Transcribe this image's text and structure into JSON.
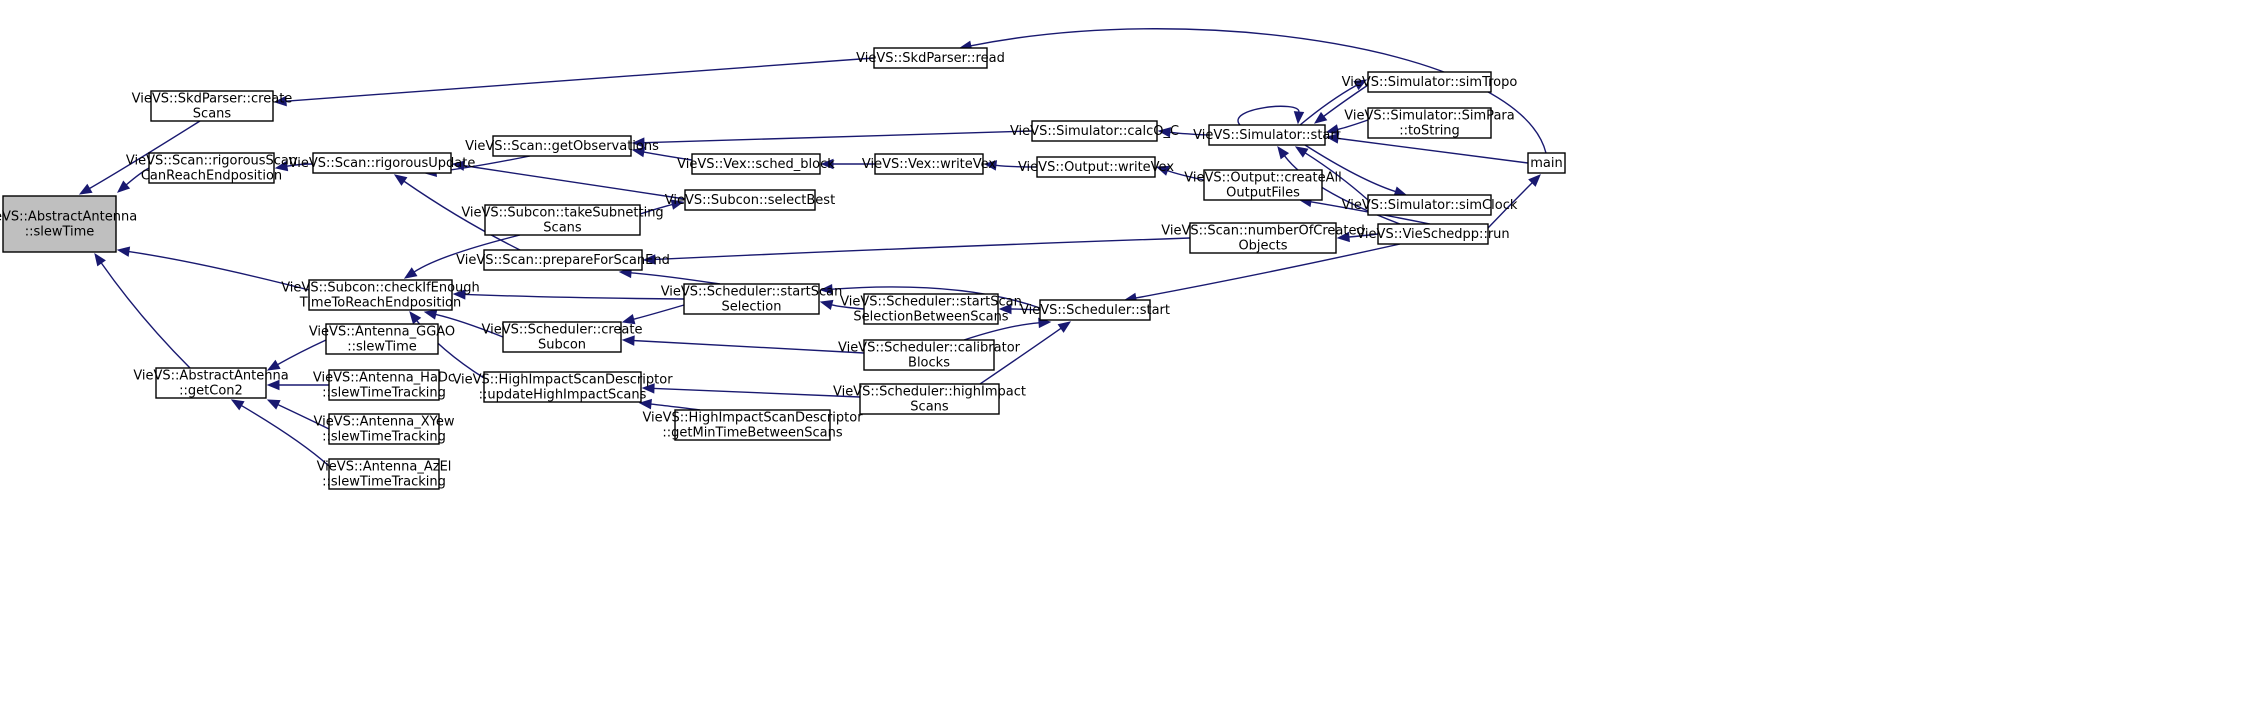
{
  "graph": {
    "edge_color": "#191970",
    "root_fill": "#bfbfbf",
    "nodes": [
      {
        "id": "n1",
        "lines": [
          "VieVS::AbstractAntenna",
          "::slewTime"
        ],
        "root": true
      },
      {
        "id": "n2",
        "lines": [
          "VieVS::SkdParser::create",
          "Scans"
        ]
      },
      {
        "id": "n3",
        "lines": [
          "VieVS::SkdParser::read"
        ]
      },
      {
        "id": "n4",
        "lines": [
          "main"
        ]
      },
      {
        "id": "n5",
        "lines": [
          "VieVS::Scan::rigorousScan",
          "CanReachEndposition"
        ]
      },
      {
        "id": "n6",
        "lines": [
          "VieVS::Scan::rigorousUpdate"
        ]
      },
      {
        "id": "n7",
        "lines": [
          "VieVS::Scan::getObservations"
        ]
      },
      {
        "id": "n8",
        "lines": [
          "VieVS::Simulator::calcO_C"
        ]
      },
      {
        "id": "n9",
        "lines": [
          "VieVS::Simulator::start"
        ]
      },
      {
        "id": "n10",
        "lines": [
          "VieVS::Simulator::simTropo"
        ]
      },
      {
        "id": "n11",
        "lines": [
          "VieVS::Simulator::SimPara",
          "::toString"
        ]
      },
      {
        "id": "n12",
        "lines": [
          "VieVS::Simulator::simClock"
        ]
      },
      {
        "id": "n13",
        "lines": [
          "VieVS::VieSchedpp::run"
        ]
      },
      {
        "id": "n14",
        "lines": [
          "VieVS::Vex::sched_block"
        ]
      },
      {
        "id": "n15",
        "lines": [
          "VieVS::Vex::writeVex"
        ]
      },
      {
        "id": "n16",
        "lines": [
          "VieVS::Output::writeVex"
        ]
      },
      {
        "id": "n17",
        "lines": [
          "VieVS::Output::createAll",
          "OutputFiles"
        ]
      },
      {
        "id": "n18",
        "lines": [
          "VieVS::Subcon::selectBest"
        ]
      },
      {
        "id": "n19",
        "lines": [
          "VieVS::Subcon::takeSubnetting",
          "Scans"
        ]
      },
      {
        "id": "n20",
        "lines": [
          "VieVS::Scan::prepareForScanEnd"
        ]
      },
      {
        "id": "n21",
        "lines": [
          "VieVS::Scan::numberOfCreated",
          "Objects"
        ]
      },
      {
        "id": "n22",
        "lines": [
          "VieVS::Subcon::checkIfEnough",
          "TimeToReachEndposition"
        ]
      },
      {
        "id": "n23",
        "lines": [
          "VieVS::Scheduler::startScan",
          "Selection"
        ]
      },
      {
        "id": "n24",
        "lines": [
          "VieVS::Scheduler::startScan",
          "SelectionBetweenScans"
        ]
      },
      {
        "id": "n25",
        "lines": [
          "VieVS::Scheduler::start"
        ]
      },
      {
        "id": "n26",
        "lines": [
          "VieVS::Scheduler::create",
          "Subcon"
        ]
      },
      {
        "id": "n27",
        "lines": [
          "VieVS::Scheduler::calibrator",
          "Blocks"
        ]
      },
      {
        "id": "n28",
        "lines": [
          "VieVS::HighImpactScanDescriptor",
          "::updateHighImpactScans"
        ]
      },
      {
        "id": "n29",
        "lines": [
          "VieVS::Scheduler::highImpact",
          "Scans"
        ]
      },
      {
        "id": "n30",
        "lines": [
          "VieVS::HighImpactScanDescriptor",
          "::getMinTimeBetweenScans"
        ]
      },
      {
        "id": "n31",
        "lines": [
          "VieVS::AbstractAntenna",
          "::getCon2"
        ]
      },
      {
        "id": "n32",
        "lines": [
          "VieVS::Antenna_GGAO",
          "::slewTime"
        ]
      },
      {
        "id": "n33",
        "lines": [
          "VieVS::Antenna_HaDc",
          "::slewTimeTracking"
        ]
      },
      {
        "id": "n34",
        "lines": [
          "VieVS::Antenna_XYew",
          "::slewTimeTracking"
        ]
      },
      {
        "id": "n35",
        "lines": [
          "VieVS::Antenna_AzEl",
          "::slewTimeTracking"
        ]
      }
    ],
    "edges": [
      {
        "from": "n2",
        "to": "n1"
      },
      {
        "from": "n5",
        "to": "n1"
      },
      {
        "from": "n22",
        "to": "n1"
      },
      {
        "from": "n31",
        "to": "n1"
      },
      {
        "from": "n3",
        "to": "n2"
      },
      {
        "from": "n4",
        "to": "n3"
      },
      {
        "from": "n6",
        "to": "n5"
      },
      {
        "from": "n7",
        "to": "n6"
      },
      {
        "from": "n18",
        "to": "n6"
      },
      {
        "from": "n20",
        "to": "n6"
      },
      {
        "from": "n8",
        "to": "n7"
      },
      {
        "from": "n14",
        "to": "n7"
      },
      {
        "from": "n9",
        "to": "n8"
      },
      {
        "from": "n9",
        "to": "n9"
      },
      {
        "from": "n10",
        "to": "n9"
      },
      {
        "from": "n11",
        "to": "n9"
      },
      {
        "from": "n12",
        "to": "n9"
      },
      {
        "from": "n13",
        "to": "n9"
      },
      {
        "from": "n4",
        "to": "n9"
      },
      {
        "from": "n9",
        "to": "n10"
      },
      {
        "from": "n9",
        "to": "n12"
      },
      {
        "from": "n13",
        "to": "n4"
      },
      {
        "from": "n15",
        "to": "n14"
      },
      {
        "from": "n16",
        "to": "n15"
      },
      {
        "from": "n17",
        "to": "n16"
      },
      {
        "from": "n13",
        "to": "n17"
      },
      {
        "from": "n19",
        "to": "n18"
      },
      {
        "from": "n21",
        "to": "n20"
      },
      {
        "from": "n23",
        "to": "n20"
      },
      {
        "from": "n13",
        "to": "n21"
      },
      {
        "from": "n19",
        "to": "n22"
      },
      {
        "from": "n23",
        "to": "n22"
      },
      {
        "from": "n26",
        "to": "n22"
      },
      {
        "from": "n28",
        "to": "n22"
      },
      {
        "from": "n24",
        "to": "n23"
      },
      {
        "from": "n25",
        "to": "n23"
      },
      {
        "from": "n25",
        "to": "n24"
      },
      {
        "from": "n27",
        "to": "n25"
      },
      {
        "from": "n29",
        "to": "n25"
      },
      {
        "from": "n13",
        "to": "n25"
      },
      {
        "from": "n23",
        "to": "n26"
      },
      {
        "from": "n27",
        "to": "n26"
      },
      {
        "from": "n29",
        "to": "n28"
      },
      {
        "from": "n30",
        "to": "n28"
      },
      {
        "from": "n32",
        "to": "n31"
      },
      {
        "from": "n33",
        "to": "n31"
      },
      {
        "from": "n34",
        "to": "n31"
      },
      {
        "from": "n35",
        "to": "n31"
      }
    ]
  }
}
